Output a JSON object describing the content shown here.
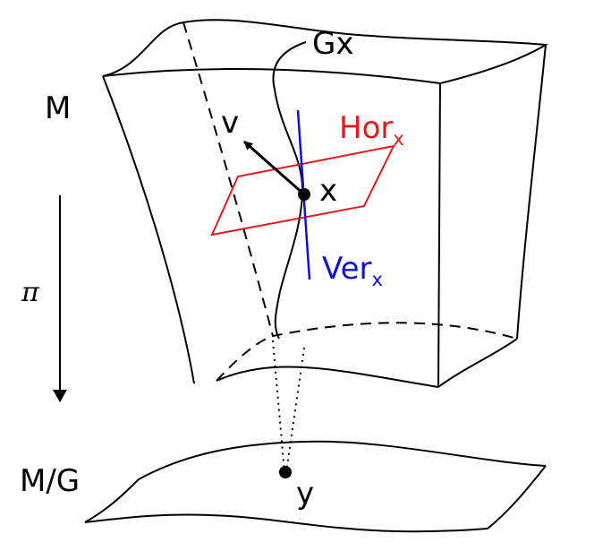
{
  "labels": {
    "total_space": "M",
    "quotient_space": "M/G",
    "projection": "π",
    "orbit": "Gx",
    "point_x": "x",
    "point_y": "y",
    "vector": "v",
    "horizontal_main": "Hor",
    "horizontal_sub": "x",
    "vertical_main": "Ver",
    "vertical_sub": "x"
  },
  "colors": {
    "outline": "#000000",
    "horizontal": "#e31a1c",
    "vertical": "#1010d0"
  }
}
